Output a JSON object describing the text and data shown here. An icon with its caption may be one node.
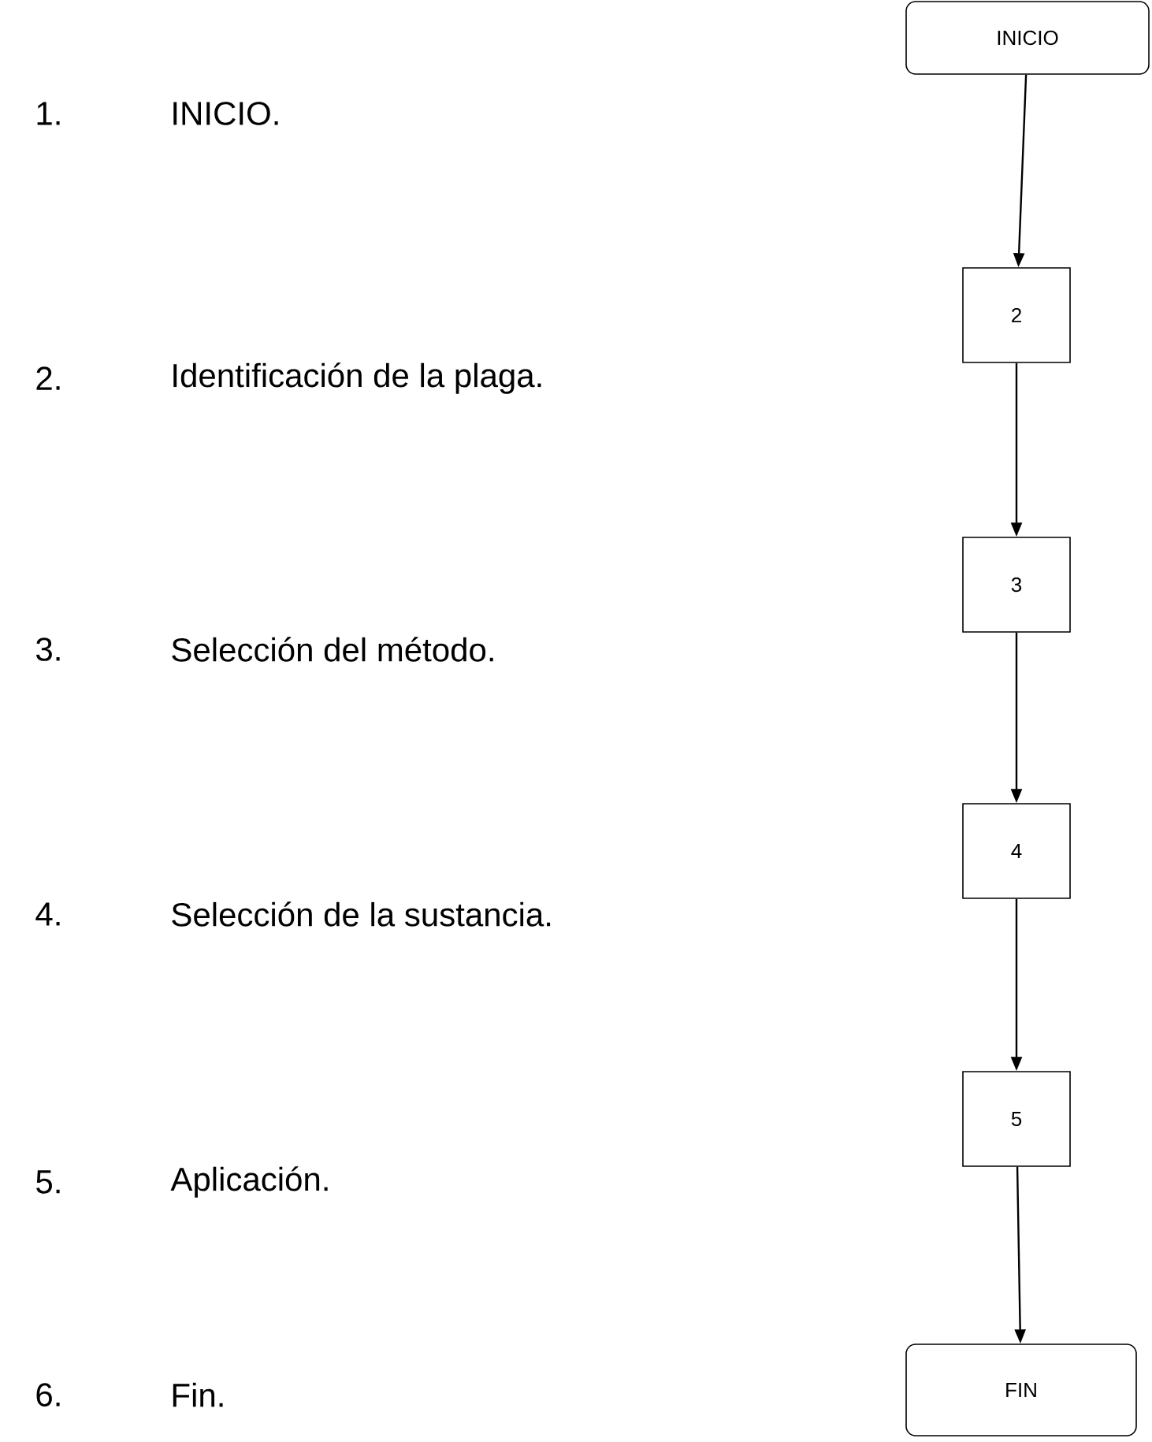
{
  "diagram": {
    "nodes": [
      {
        "text": [
          "INICIO"
        ]
      },
      {
        "text": [
          "2"
        ]
      },
      {
        "text": [
          "3"
        ]
      },
      {
        "text": [
          "4"
        ]
      },
      {
        "text": [
          "5"
        ]
      },
      {
        "text": [
          "FIN"
        ]
      }
    ],
    "edges": [
      {
        "from": 0,
        "to": 1,
        "arrow": "to"
      },
      {
        "from": 1,
        "to": 2,
        "arrow": "to"
      },
      {
        "from": 2,
        "to": 3,
        "arrow": "to"
      },
      {
        "from": 3,
        "to": 4,
        "arrow": "to"
      },
      {
        "from": 4,
        "to": 5,
        "arrow": "to"
      }
    ],
    "labels": [
      "1.",
      "INICIO.",
      "2.",
      "Identificación de la plaga.",
      "3.",
      "Selección del método.",
      "4.",
      "Selección de la sustancia.",
      "5.",
      "Aplicación.",
      "6.",
      "Fin."
    ]
  }
}
